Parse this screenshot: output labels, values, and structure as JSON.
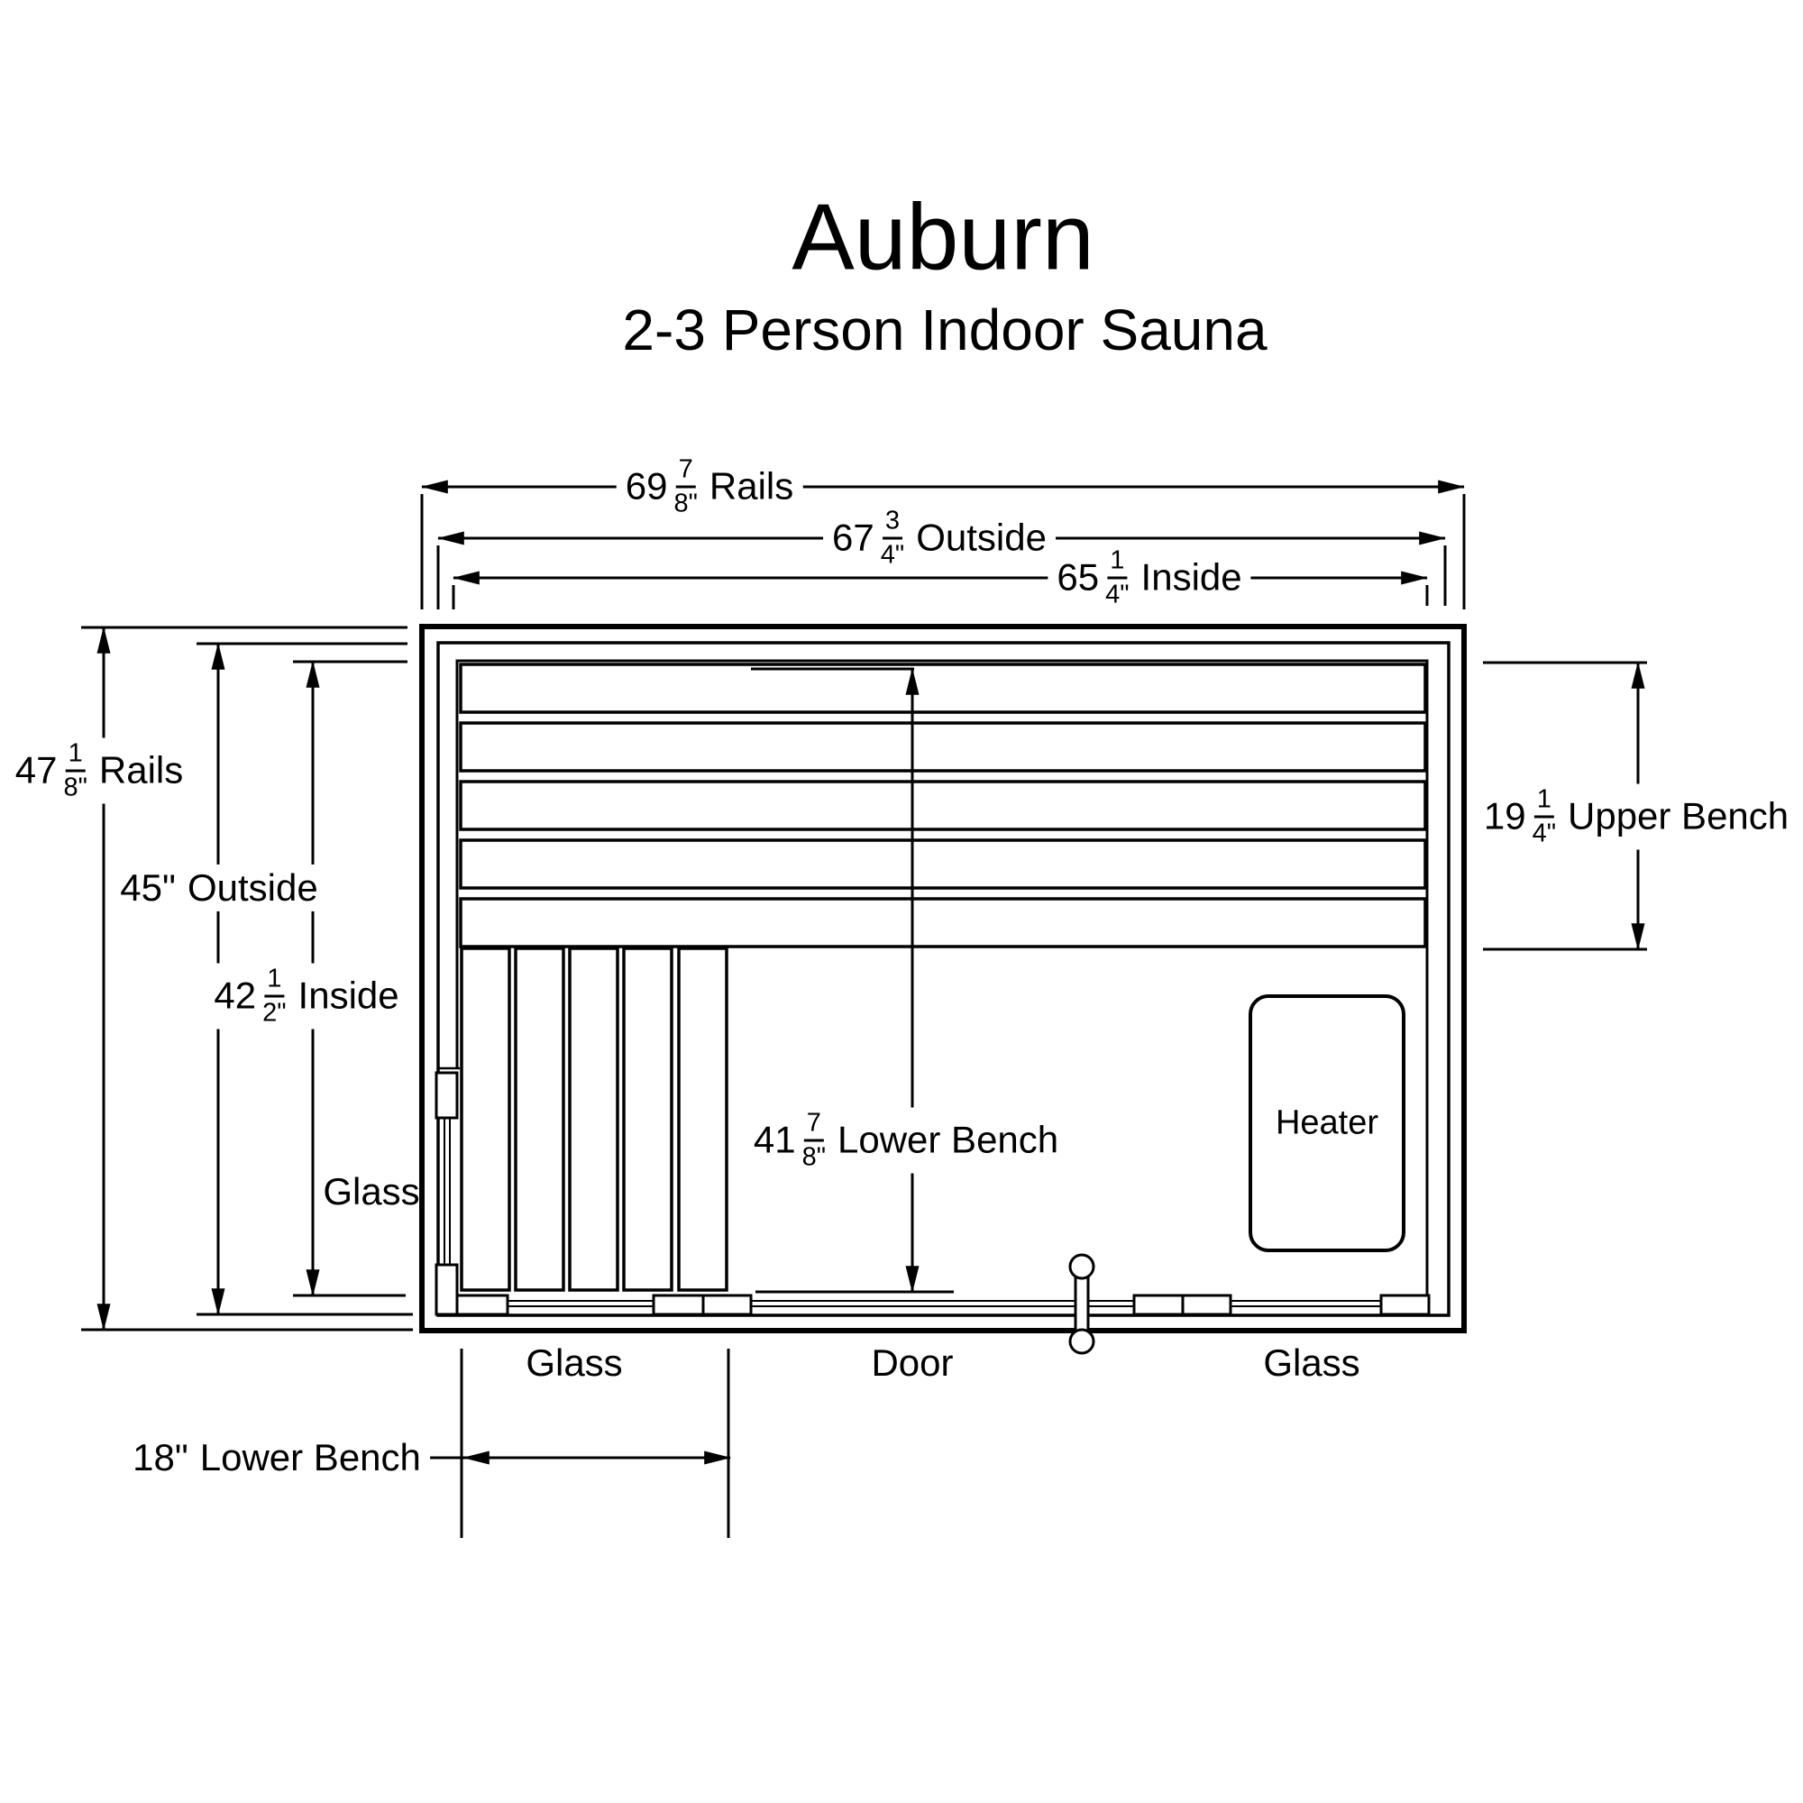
{
  "title": {
    "main": "Auburn",
    "subtitle": "2-3 Person Indoor Sauna"
  },
  "dimensions": {
    "rails_width": {
      "whole": "69",
      "num": "7",
      "den": "8",
      "unit": "\"",
      "label": "Rails"
    },
    "outside_width": {
      "whole": "67",
      "num": "3",
      "den": "4",
      "unit": "\"",
      "label": "Outside"
    },
    "inside_width": {
      "whole": "65",
      "num": "1",
      "den": "4",
      "unit": "\"",
      "label": "Inside"
    },
    "rails_height": {
      "whole": "47",
      "num": "1",
      "den": "8",
      "unit": "\"",
      "label": "Rails"
    },
    "outside_height": {
      "whole": "45",
      "unit": "\"",
      "label": "Outside"
    },
    "inside_height": {
      "whole": "42",
      "num": "1",
      "den": "2",
      "unit": "\"",
      "label": "Inside"
    },
    "upper_bench_depth": {
      "whole": "19",
      "num": "1",
      "den": "4",
      "unit": "\"",
      "label": "Upper Bench"
    },
    "lower_bench_length": {
      "whole": "41",
      "num": "7",
      "den": "8",
      "unit": "\"",
      "label": "Lower Bench"
    },
    "lower_bench_depth": {
      "whole": "18",
      "unit": "\"",
      "label": "Lower Bench"
    }
  },
  "labels": {
    "glass_left": "Glass",
    "glass_front_left": "Glass",
    "door": "Door",
    "glass_front_right": "Glass",
    "heater": "Heater"
  },
  "colors": {
    "line": "#000000",
    "background": "#ffffff"
  }
}
